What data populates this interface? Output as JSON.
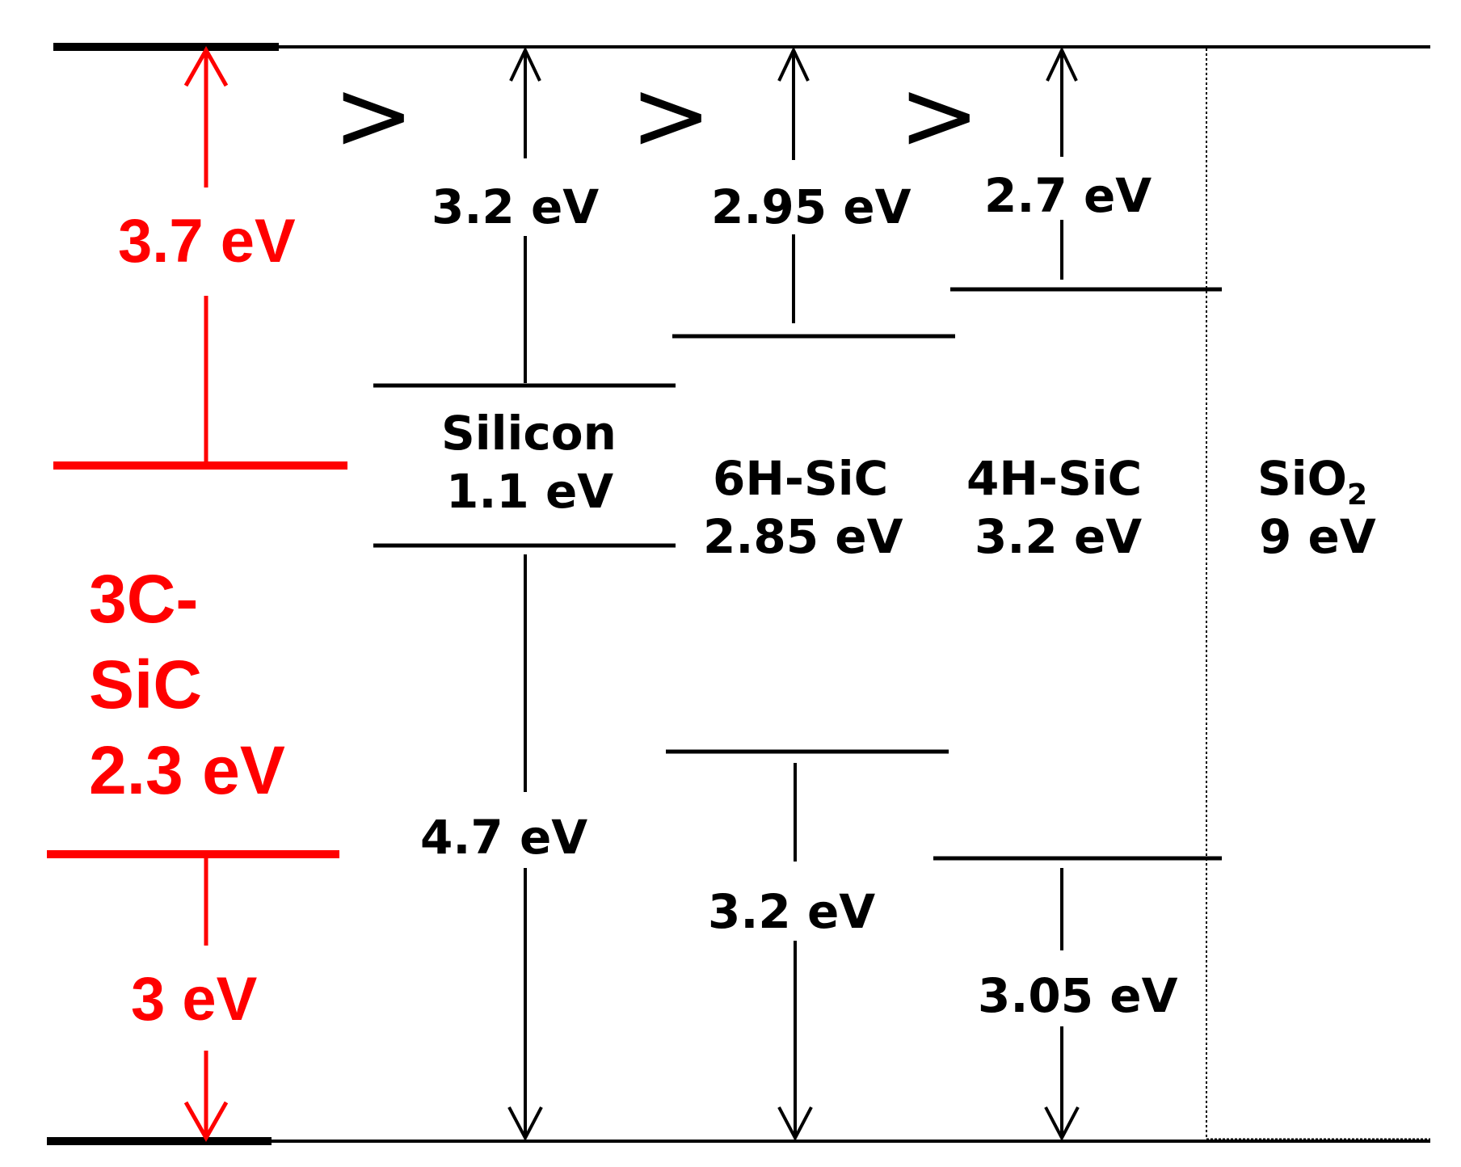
{
  "colors": {
    "black": "#000000",
    "red": "#ff0000",
    "white": "#ffffff"
  },
  "comparison_symbol": ">",
  "materials": {
    "sic_3c": {
      "name_line1": "3C-",
      "name_line2": "SiC",
      "bandgap": "2.3 eV",
      "upper_offset": "3.7 eV",
      "lower_offset": "3 eV"
    },
    "silicon": {
      "name": "Silicon",
      "bandgap": "1.1 eV",
      "upper_offset": "3.2 eV",
      "lower_offset": "4.7 eV"
    },
    "sic_6h": {
      "name": "6H-SiC",
      "bandgap": "2.85 eV",
      "upper_offset": "2.95 eV",
      "lower_offset": "3.2 eV"
    },
    "sic_4h": {
      "name": "4H-SiC",
      "bandgap": "3.2 eV",
      "upper_offset": "2.7 eV",
      "lower_offset": "3.05 eV"
    },
    "sio2": {
      "name_main": "SiO",
      "name_sub": "2",
      "bandgap": "9 eV"
    }
  }
}
